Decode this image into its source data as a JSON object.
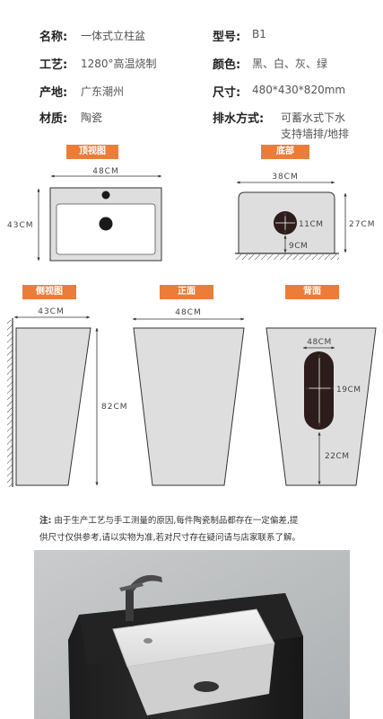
{
  "specs": {
    "name_label": "名称:",
    "name_value": "一体式立柱盆",
    "model_label": "型号:",
    "model_value": "B1",
    "process_label": "工艺:",
    "process_value": "1280°高温烧制",
    "color_label": "颜色:",
    "color_value": "黑、白、灰、绿",
    "origin_label": "产地:",
    "origin_value": "广东潮州",
    "size_label": "尺寸:",
    "size_value": "480*430*820mm",
    "material_label": "材质:",
    "material_value": "陶瓷",
    "drain_label": "排水方式:",
    "drain_value_1": "可蓄水式下水",
    "drain_value_2": "支持墙排/地排"
  },
  "views": {
    "top_label": "顶视图",
    "bottom_label": "底部",
    "side_label": "侧视图",
    "front_label": "正面",
    "back_label": "背面"
  },
  "dims": {
    "top_width": "48CM",
    "top_depth": "43CM",
    "bottom_width": "38CM",
    "bottom_depth": "27CM",
    "bottom_hole": "11CM",
    "bottom_offset": "9CM",
    "side_depth": "43CM",
    "height": "82CM",
    "front_width": "48CM",
    "back_width": "48CM",
    "back_slot_width": "19CM",
    "back_slot_bottom": "22CM"
  },
  "note": {
    "label": "注:",
    "line1": "由于生产工艺与手工测量的原因,每件陶瓷制品都存在一定偏差,提",
    "line2": "供尺寸仅供参考,请以实物为准,若对尺寸存在疑问请与店家联系了解。"
  },
  "colors": {
    "accent": "#ec7d38",
    "ceramic": "#dedede",
    "dark": "#2d1c1c"
  }
}
